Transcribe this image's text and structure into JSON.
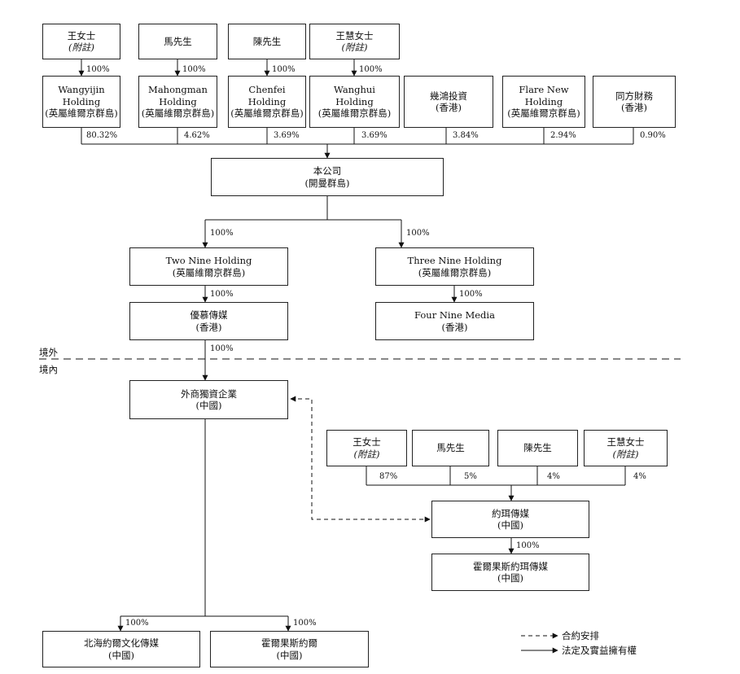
{
  "owners": [
    {
      "name": "王女士",
      "note": "(附註)"
    },
    {
      "name": "馬先生"
    },
    {
      "name": "陳先生"
    },
    {
      "name": "王慧女士",
      "note": "(附註)"
    }
  ],
  "owner_pct": "100%",
  "holdings": [
    {
      "lines": [
        "Wangyijin",
        "Holding",
        "(英屬維爾京群島)"
      ],
      "pct": "80.32%"
    },
    {
      "lines": [
        "Mahongman",
        "Holding",
        "(英屬維爾京群島)"
      ],
      "pct": "4.62%"
    },
    {
      "lines": [
        "Chenfei",
        "Holding",
        "(英屬維爾京群島)"
      ],
      "pct": "3.69%"
    },
    {
      "lines": [
        "Wanghui",
        "Holding",
        "(英屬維爾京群島)"
      ],
      "pct": "3.69%"
    },
    {
      "lines": [
        "幾鴻投資",
        "(香港)"
      ],
      "pct": "3.84%"
    },
    {
      "lines": [
        "Flare New",
        "Holding",
        "(英屬維爾京群島)"
      ],
      "pct": "2.94%"
    },
    {
      "lines": [
        "同方財務",
        "(香港)"
      ],
      "pct": "0.90%"
    }
  ],
  "company": {
    "lines": [
      "本公司",
      "(開曼群島)"
    ]
  },
  "two_nine": {
    "lines": [
      "Two Nine Holding",
      "(英屬維爾京群島)"
    ],
    "pct": "100%"
  },
  "three_nine": {
    "lines": [
      "Three Nine Holding",
      "(英屬維爾京群島)"
    ],
    "pct": "100%"
  },
  "youmu": {
    "lines": [
      "優慕傳媒",
      "(香港)"
    ],
    "pct": "100%"
  },
  "four_nine": {
    "lines": [
      "Four Nine Media",
      "(香港)"
    ],
    "pct": "100%"
  },
  "border": {
    "outside": "境外",
    "inside": "境內",
    "pct": "100%"
  },
  "wfoe": {
    "lines": [
      "外商獨資企業",
      "(中國)"
    ]
  },
  "prc_owners": [
    {
      "name": "王女士",
      "note": "(附註)",
      "pct": "87%"
    },
    {
      "name": "馬先生",
      "pct": "5%"
    },
    {
      "name": "陳先生",
      "pct": "4%"
    },
    {
      "name": "王慧女士",
      "note": "(附註)",
      "pct": "4%"
    }
  ],
  "yuejian": {
    "lines": [
      "約珥傳媒",
      "(中國)"
    ]
  },
  "horgos_yuejian": {
    "lines": [
      "霍爾果斯約珥傳媒",
      "(中國)"
    ],
    "pct": "100%"
  },
  "beihai": {
    "lines": [
      "北海約爾文化傳媒",
      "(中國)"
    ],
    "pct": "100%"
  },
  "horgos_yueer": {
    "lines": [
      "霍爾果斯約爾",
      "(中國)"
    ],
    "pct": "100%"
  },
  "legend": {
    "contractual": "合約安排",
    "legal": "法定及實益擁有權"
  }
}
